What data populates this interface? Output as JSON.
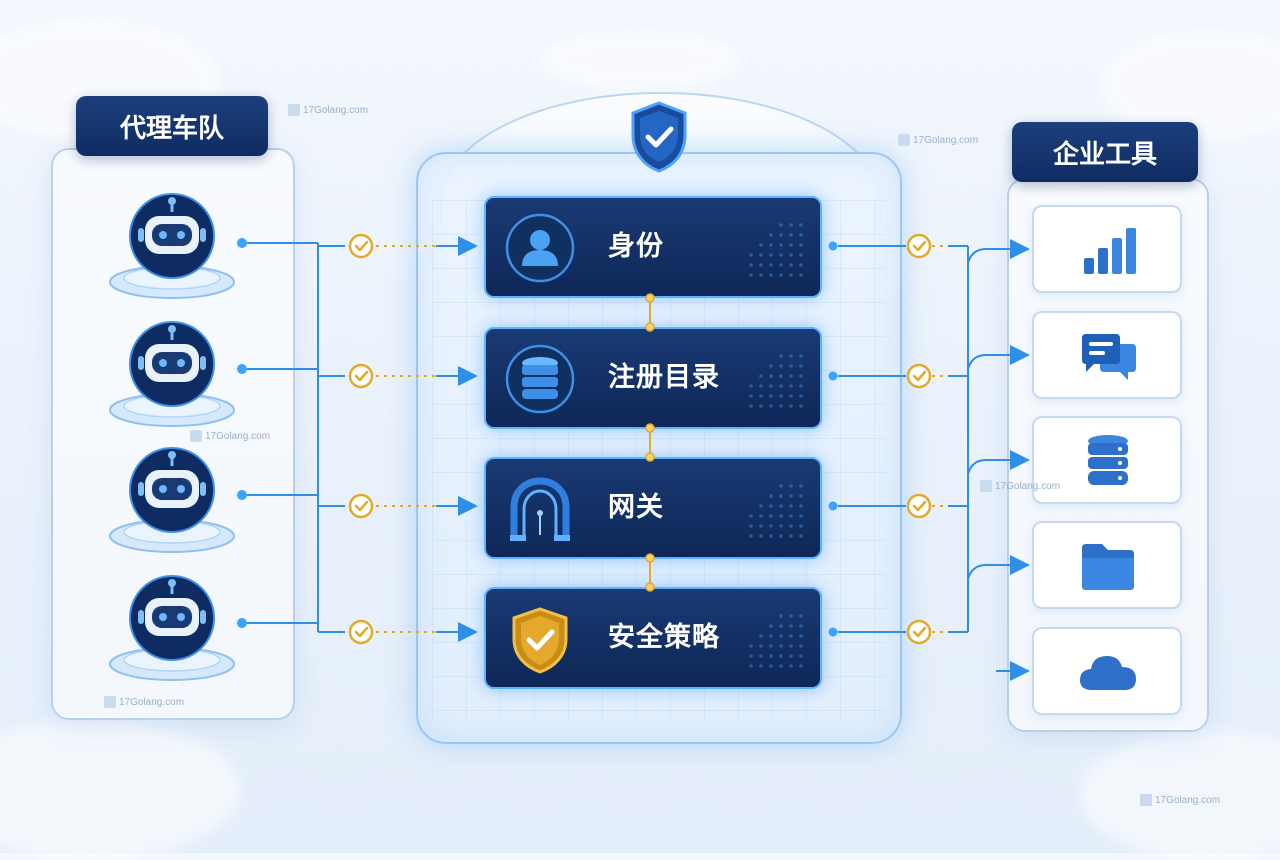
{
  "left_panel": {
    "title": "代理车队"
  },
  "hub": {
    "components": [
      {
        "label": "身份",
        "icon": "user-icon"
      },
      {
        "label": "注册目录",
        "icon": "database-icon"
      },
      {
        "label": "网关",
        "icon": "gateway-arch-icon"
      },
      {
        "label": "安全策略",
        "icon": "shield-check-icon"
      }
    ],
    "top_icon": "shield-check-icon"
  },
  "right_panel": {
    "title": "企业工具",
    "tools": [
      {
        "icon": "bar-chart-icon"
      },
      {
        "icon": "chat-bubbles-icon"
      },
      {
        "icon": "database-icon"
      },
      {
        "icon": "folder-icon"
      },
      {
        "icon": "cloud-icon"
      }
    ]
  },
  "agents": [
    {
      "icon": "robot-icon"
    },
    {
      "icon": "robot-icon"
    },
    {
      "icon": "robot-icon"
    },
    {
      "icon": "robot-icon"
    }
  ],
  "watermark": {
    "text": "17Golang.com"
  },
  "colors": {
    "navy": "#0f2c62",
    "wire_blue": "#2e8ee8",
    "check_gold": "#e5a92a",
    "card_glow": "#5fb2ff"
  }
}
